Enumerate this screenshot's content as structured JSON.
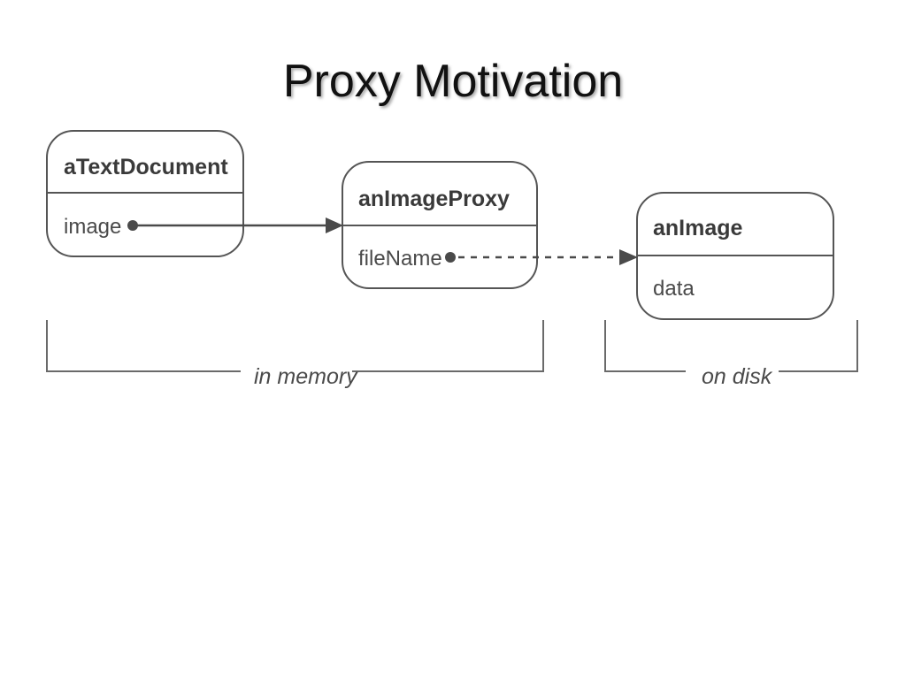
{
  "slide": {
    "title": "Proxy Motivation"
  },
  "diagram": {
    "objects": [
      {
        "name": "aTextDocument",
        "attribute": "image"
      },
      {
        "name": "anImageProxy",
        "attribute": "fileName"
      },
      {
        "name": "anImage",
        "attribute": "data"
      }
    ],
    "references": [
      {
        "from": "aTextDocument.image",
        "to": "anImageProxy",
        "style": "solid"
      },
      {
        "from": "anImageProxy.fileName",
        "to": "anImage",
        "style": "dashed"
      }
    ],
    "groups": [
      {
        "label": "in memory",
        "members": [
          "aTextDocument",
          "anImageProxy"
        ]
      },
      {
        "label": "on disk",
        "members": [
          "anImage"
        ]
      }
    ]
  },
  "colors": {
    "stroke": "#555555",
    "text": "#3a3a3a",
    "background": "#ffffff"
  }
}
